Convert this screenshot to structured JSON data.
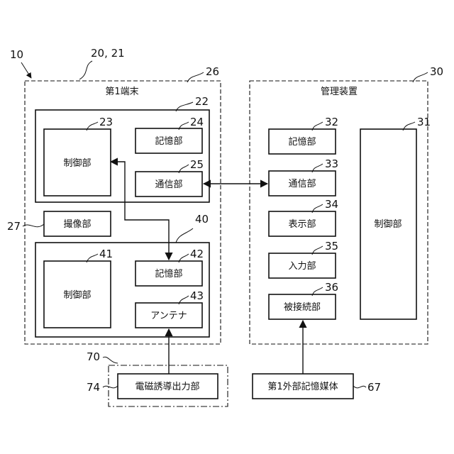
{
  "system": {
    "ref": "10",
    "ref2": "20, 21"
  },
  "terminal": {
    "ref": "26",
    "title": "第1端末"
  },
  "module_top": {
    "ref": "22"
  },
  "module_bottom": {
    "ref": "40"
  },
  "blocks": {
    "ctrl_23": {
      "ref": "23",
      "label": "制御部"
    },
    "mem_24": {
      "ref": "24",
      "label": "記憶部"
    },
    "comm_25": {
      "ref": "25",
      "label": "通信部"
    },
    "cam_27": {
      "ref": "27",
      "label": "撮像部"
    },
    "ctrl_41": {
      "ref": "41",
      "label": "制御部"
    },
    "mem_42": {
      "ref": "42",
      "label": "記憶部"
    },
    "ant_43": {
      "ref": "43",
      "label": "アンテナ"
    },
    "mem_32": {
      "ref": "32",
      "label": "記憶部"
    },
    "comm_33": {
      "ref": "33",
      "label": "通信部"
    },
    "disp_34": {
      "ref": "34",
      "label": "表示部"
    },
    "input_35": {
      "ref": "35",
      "label": "入力部"
    },
    "conn_36": {
      "ref": "36",
      "label": "被接続部"
    },
    "ctrl_31": {
      "ref": "31",
      "label": "制御部"
    },
    "emi_74": {
      "ref": "74",
      "label": "電磁誘導出力部"
    },
    "ext_67": {
      "ref": "67",
      "label": "第1外部記憶媒体"
    }
  },
  "manager": {
    "ref": "30",
    "title": "管理装置"
  },
  "output_device": {
    "ref": "70"
  }
}
